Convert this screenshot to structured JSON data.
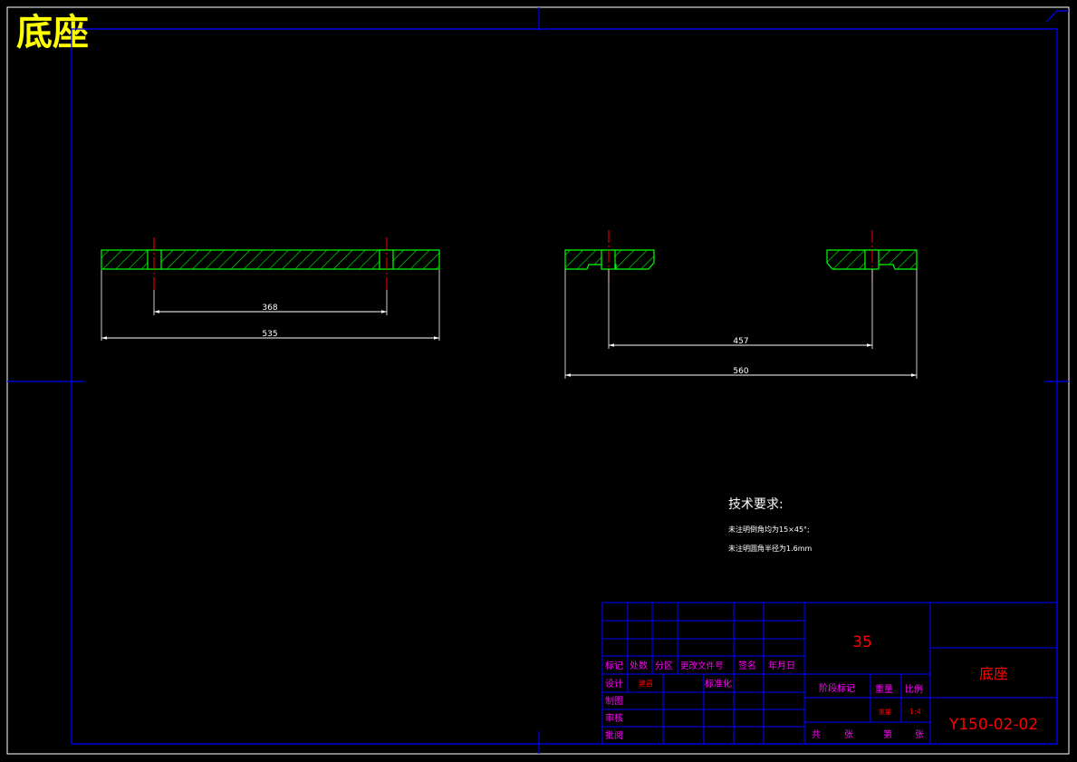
{
  "sheet": {
    "title": "底座",
    "colors": {
      "frame": "#0000ff",
      "outline": "#00ff00",
      "dimension": "#ffffff",
      "centerline": "#ff0000",
      "title_label": "#ff00ff",
      "title_value": "#ff0000",
      "sheet_title": "#ffff00"
    }
  },
  "views": {
    "left": {
      "dims": {
        "inner": "368",
        "overall": "535"
      }
    },
    "right": {
      "dims": {
        "inner": "457",
        "overall": "560"
      }
    }
  },
  "tech": {
    "heading": "技术要求:",
    "lines": [
      "未注明倒角均为15×45°;",
      "未注明圆角半径为1.6mm"
    ]
  },
  "titleblock": {
    "headers": [
      "标记",
      "处数",
      "分区",
      "更改文件号",
      "签名",
      "年月日"
    ],
    "rows": {
      "design": "设计",
      "designer_name": "建昌",
      "standard": "标准化",
      "drawing": "制图",
      "check": "审核",
      "approve": "批阅"
    },
    "material": "35",
    "stage_mark": "阶段标记",
    "weight": "重量",
    "weight_value": "重量",
    "scale": "比例",
    "scale_value": "1:4",
    "sheet_total": "共",
    "sheet_unit_1": "张",
    "sheet_no": "第",
    "sheet_unit_2": "张",
    "part_name": "底座",
    "drawing_number": "Y150-02-02"
  }
}
